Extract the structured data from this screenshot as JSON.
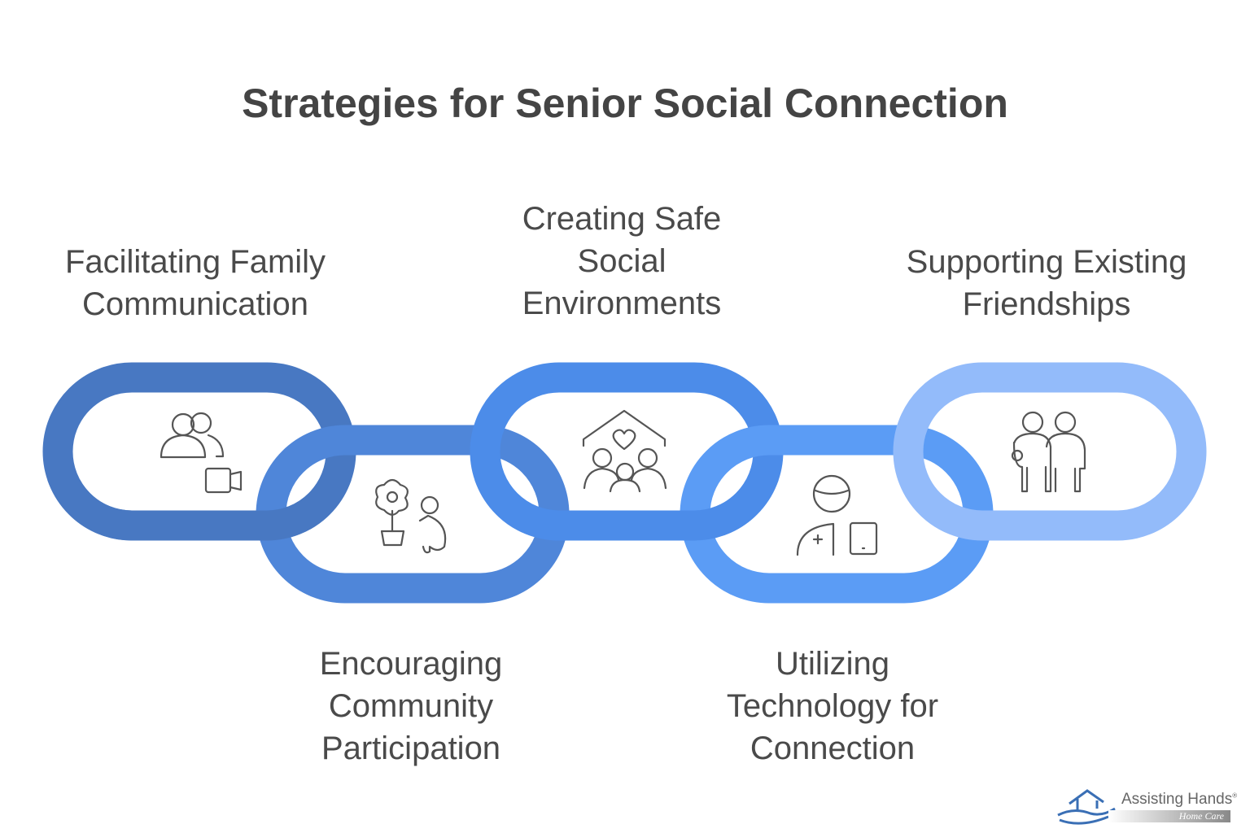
{
  "title": "Strategies for Senior Social Connection",
  "links": [
    {
      "label": "Facilitating Family\nCommunication",
      "color": "#4878c2",
      "icon": "people-video-icon"
    },
    {
      "label": "Encouraging\nCommunity\nParticipation",
      "color": "#4f86d9",
      "icon": "flower-gardener-icon"
    },
    {
      "label": "Creating Safe\nSocial\nEnvironments",
      "color": "#4c8ce9",
      "icon": "home-community-icon"
    },
    {
      "label": "Utilizing\nTechnology for\nConnection",
      "color": "#5b9cf5",
      "icon": "person-tablet-icon"
    },
    {
      "label": "Supporting Existing\nFriendships",
      "color": "#93bbfa",
      "icon": "friends-icon"
    }
  ],
  "logo": {
    "name": "Assisting Hands",
    "mark": "®",
    "sub": "Home Care"
  }
}
